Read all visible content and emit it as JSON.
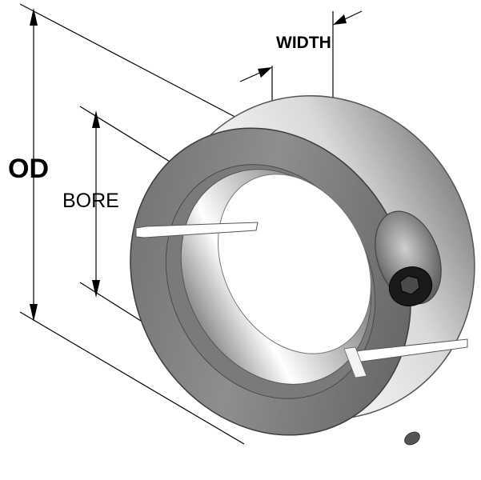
{
  "labels": {
    "od": "OD",
    "bore": "BORE",
    "width": "WIDTH"
  },
  "colors": {
    "background": "#ffffff",
    "dimension_line": "#000000",
    "metal_dark": "#4a4a4a",
    "metal_mid": "#8c8c8c",
    "metal_light": "#f2f2f2",
    "screw": "#111111"
  },
  "icons": {
    "part": "split-shaft-collar",
    "fastener": "socket-head-cap-screw"
  }
}
